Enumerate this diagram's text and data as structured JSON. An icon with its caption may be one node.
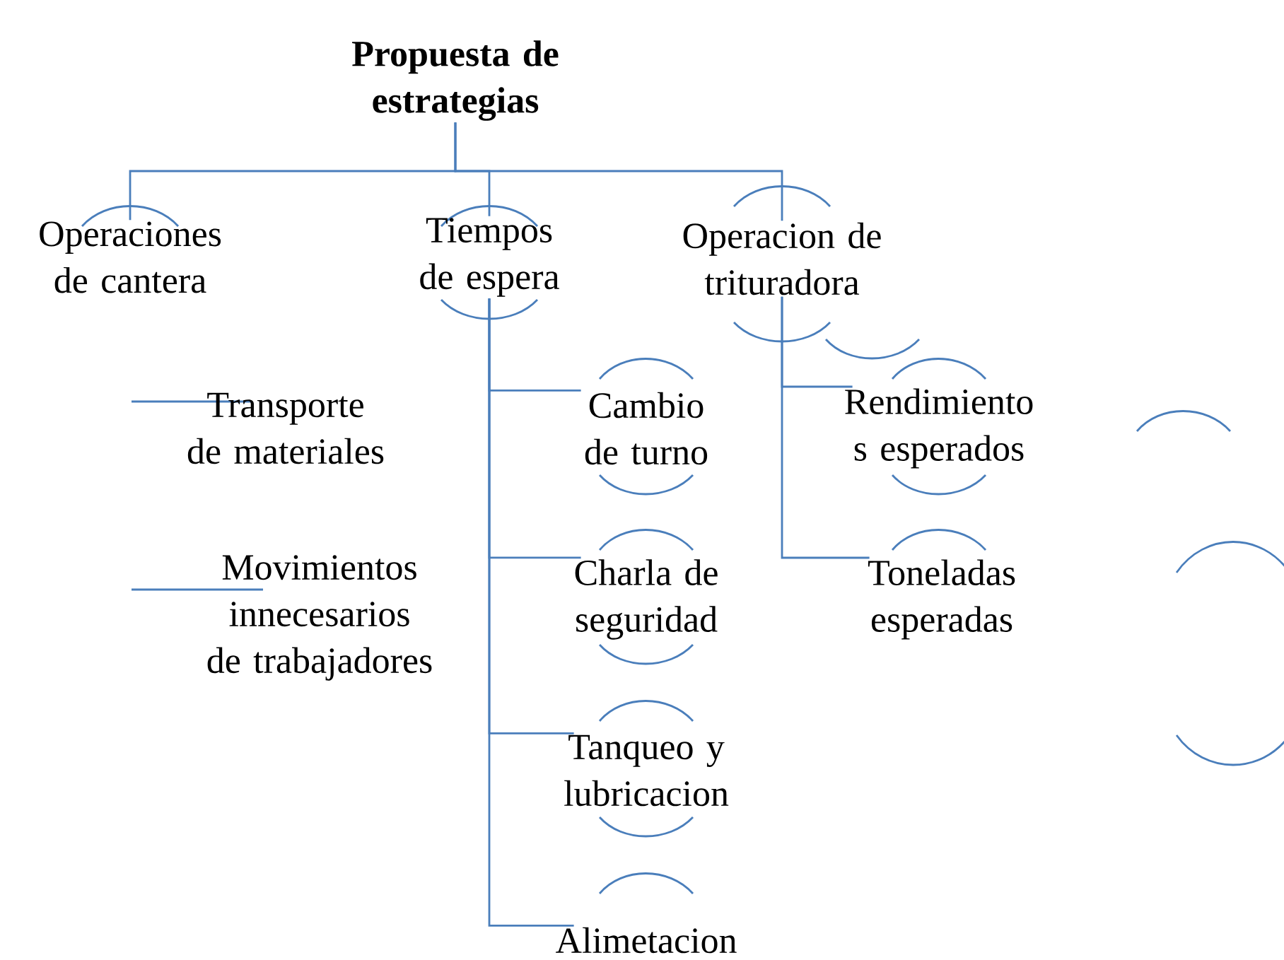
{
  "diagram": {
    "nodes": [
      {
        "text": [
          "Propuesta de estrategias"
        ]
      },
      {
        "text": [
          "Operaciones de cantera"
        ]
      },
      {
        "text": [
          "Tiempos de espera"
        ]
      },
      {
        "text": [
          "Operacion de trituradora"
        ]
      },
      {
        "text": [
          "Transporte de materiales"
        ]
      },
      {
        "text": [
          "Movimientos innecesarios de trabajadores"
        ]
      },
      {
        "text": [
          "Cambio de turno"
        ]
      },
      {
        "text": [
          "Charla de seguridad"
        ]
      },
      {
        "text": [
          "Tanqueo y lubricacion"
        ]
      },
      {
        "text": [
          "Alimetacion"
        ]
      },
      {
        "text": [
          "Rendimiento s esperados"
        ]
      },
      {
        "text": [
          "Toneladas esperadas"
        ]
      }
    ],
    "edges": [
      {
        "from": 0,
        "to": 1,
        "arrow": "none"
      },
      {
        "from": 0,
        "to": 2,
        "arrow": "none"
      },
      {
        "from": 0,
        "to": 3,
        "arrow": "none"
      },
      {
        "from": 2,
        "to": 6,
        "arrow": "none"
      },
      {
        "from": 2,
        "to": 7,
        "arrow": "none"
      },
      {
        "from": 2,
        "to": 8,
        "arrow": "none"
      },
      {
        "from": 2,
        "to": 9,
        "arrow": "none"
      },
      {
        "from": 3,
        "to": 10,
        "arrow": "none"
      },
      {
        "from": 3,
        "to": 11,
        "arrow": "none"
      }
    ]
  }
}
